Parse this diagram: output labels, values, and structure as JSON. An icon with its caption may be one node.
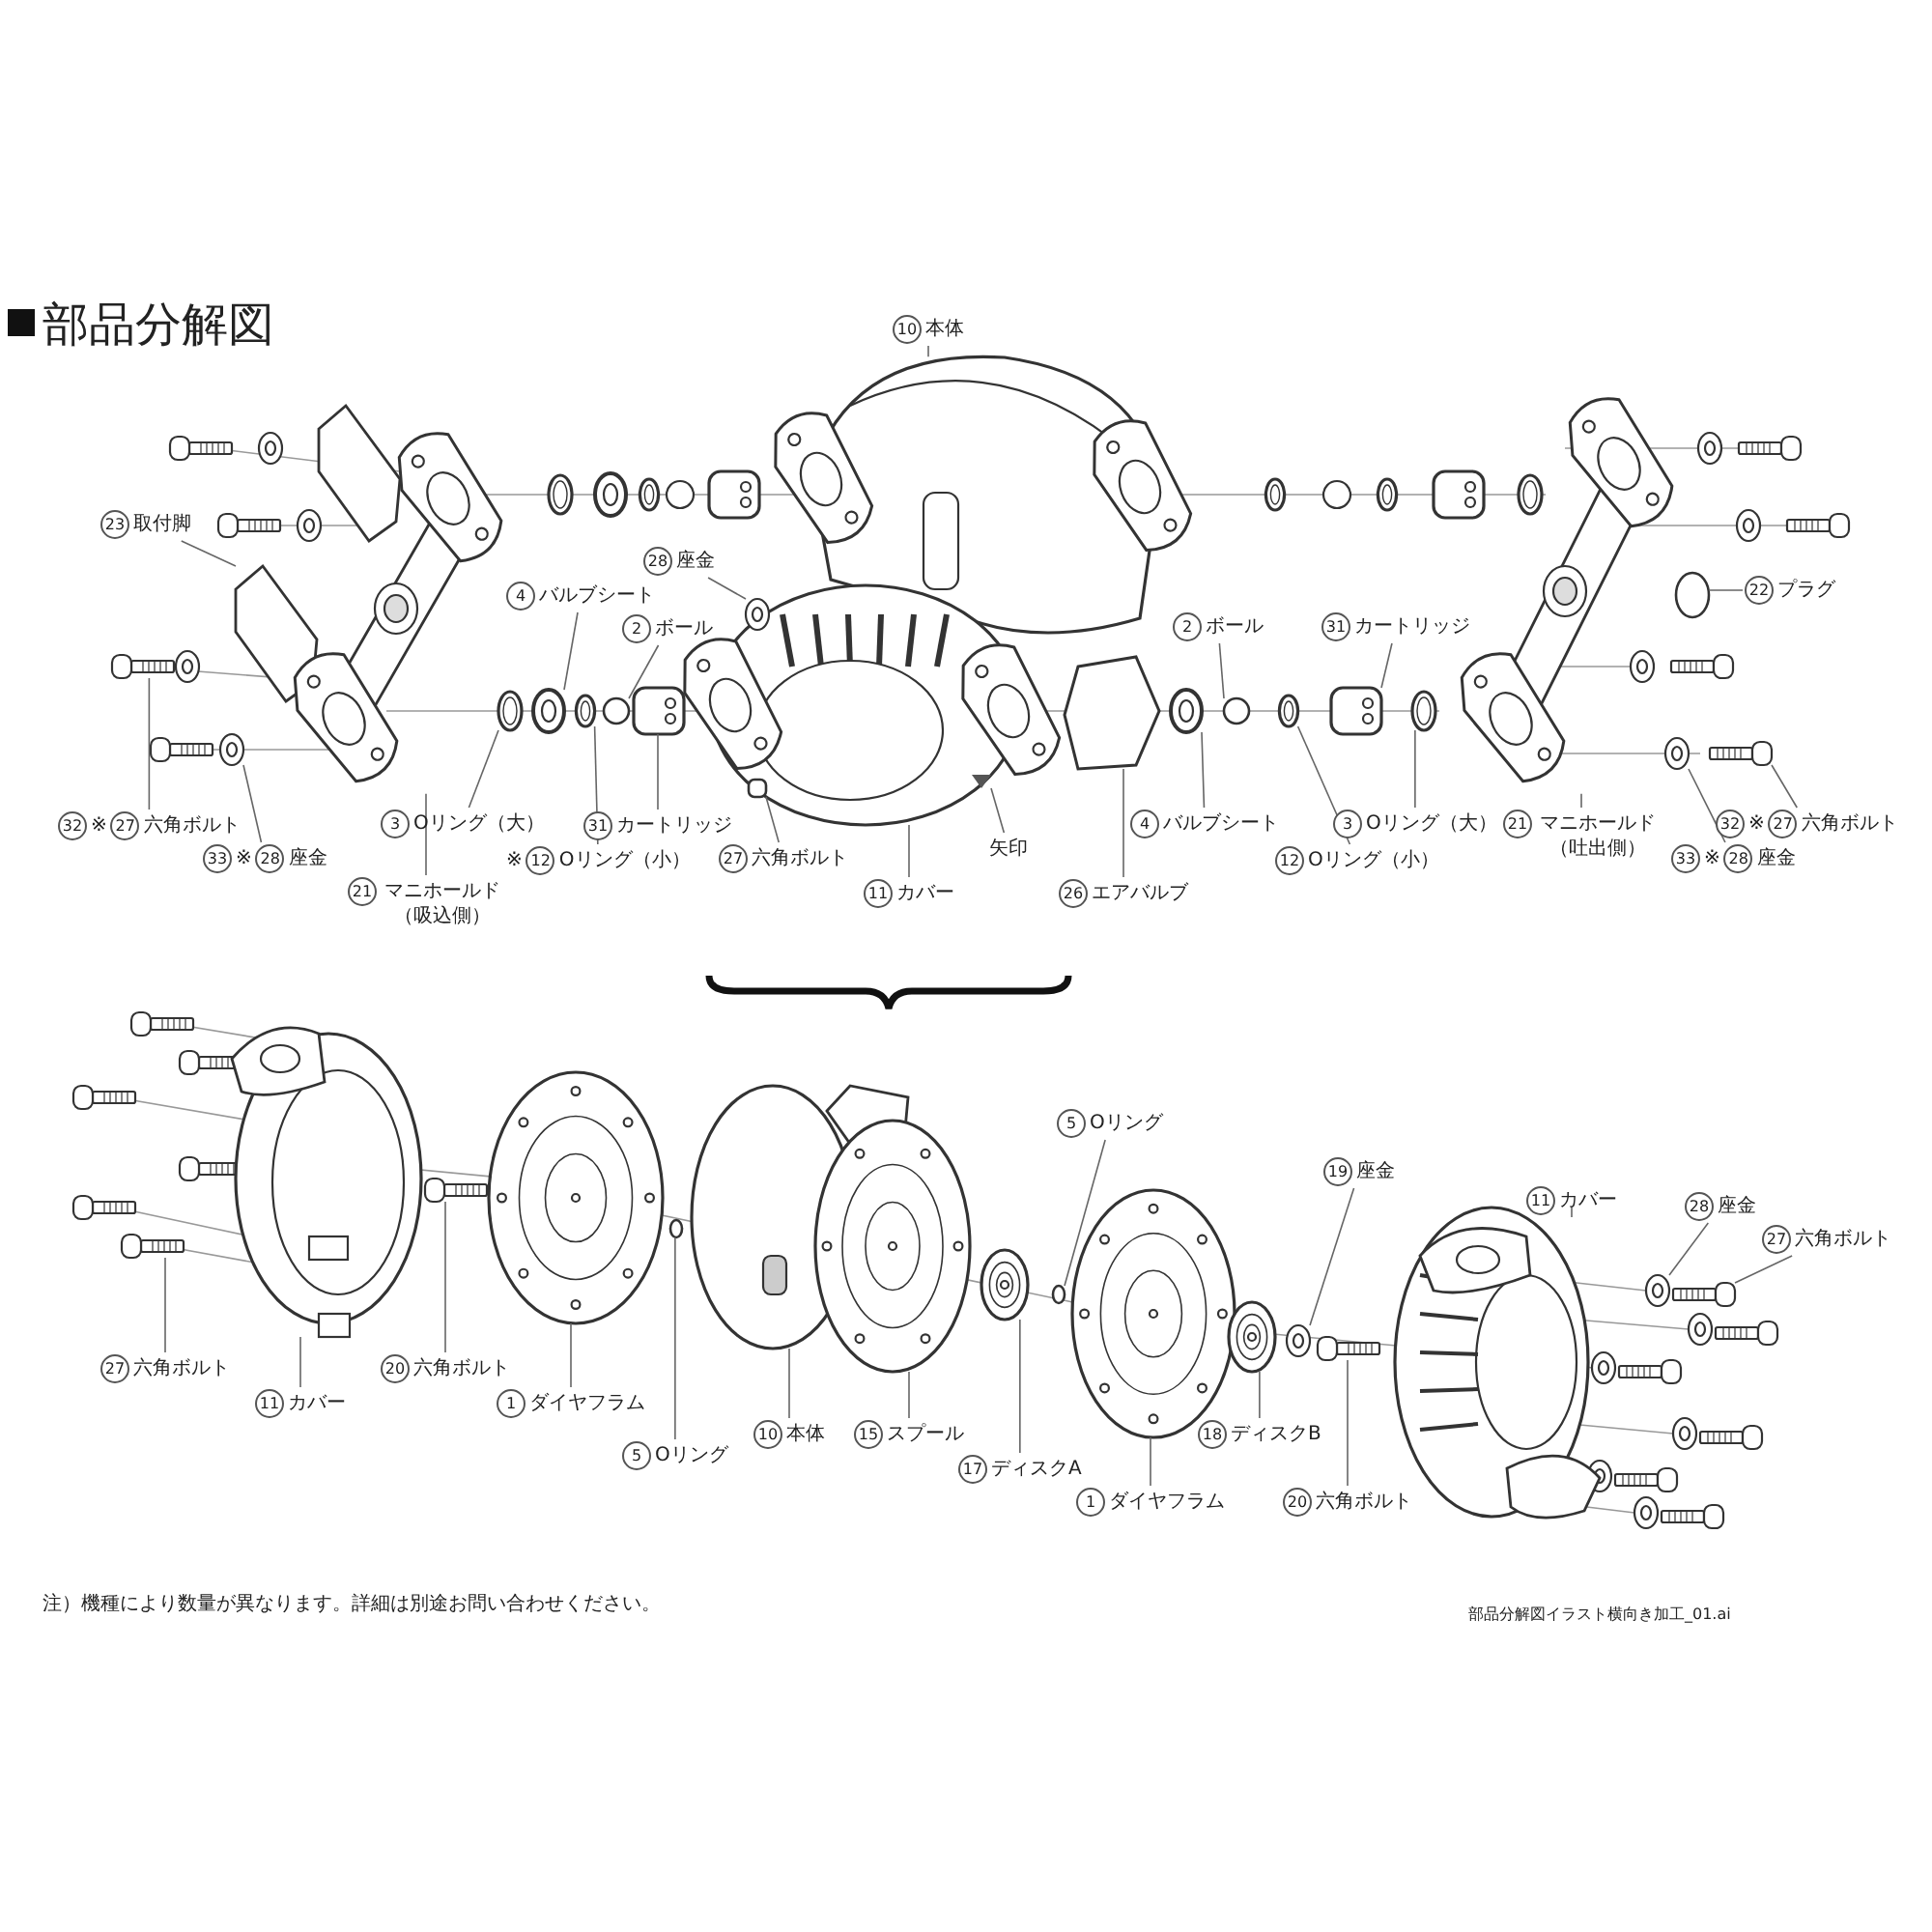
{
  "diagram": {
    "title": "部品分解図",
    "nodes": [
      {
        "text": [
          "10",
          "本体"
        ]
      },
      {
        "text": [
          "23",
          "取付脚"
        ]
      },
      {
        "text": [
          "28",
          "座金"
        ]
      },
      {
        "text": [
          "2",
          "ボール"
        ]
      },
      {
        "text": [
          "4",
          "バルブシート"
        ]
      },
      {
        "text": [
          "2",
          "ボール"
        ]
      },
      {
        "text": [
          "31",
          "カートリッジ"
        ]
      },
      {
        "text": [
          "22",
          "プラグ"
        ]
      },
      {
        "text": [
          "32",
          "※",
          "27",
          "六角ボルト"
        ]
      },
      {
        "text": [
          "33",
          "※",
          "28",
          "座金"
        ]
      },
      {
        "text": [
          "21",
          "マニホールド（吸込側）"
        ]
      },
      {
        "text": [
          "3",
          "Oリング（大）"
        ]
      },
      {
        "text": [
          "※",
          "12",
          "Oリング（小）"
        ]
      },
      {
        "text": [
          "31",
          "カートリッジ"
        ]
      },
      {
        "text": [
          "27",
          "六角ボルト"
        ]
      },
      {
        "text": [
          "11",
          "カバー"
        ]
      },
      {
        "text": [
          "矢印"
        ]
      },
      {
        "text": [
          "26",
          "エアバルブ"
        ]
      },
      {
        "text": [
          "4",
          "バルブシート"
        ]
      },
      {
        "text": [
          "3",
          "Oリング（大）"
        ]
      },
      {
        "text": [
          "12",
          "Oリング（小）"
        ]
      },
      {
        "text": [
          "21",
          "マニホールド（吐出側）"
        ]
      },
      {
        "text": [
          "32",
          "※",
          "27",
          "六角ボルト"
        ]
      },
      {
        "text": [
          "33",
          "※",
          "28",
          "座金"
        ]
      },
      {
        "text": [
          "27",
          "六角ボルト"
        ]
      },
      {
        "text": [
          "11",
          "カバー"
        ]
      },
      {
        "text": [
          "20",
          "六角ボルト"
        ]
      },
      {
        "text": [
          "1",
          "ダイヤフラム"
        ]
      },
      {
        "text": [
          "5",
          "Oリング"
        ]
      },
      {
        "text": [
          "10",
          "本体"
        ]
      },
      {
        "text": [
          "15",
          "スプール"
        ]
      },
      {
        "text": [
          "17",
          "ディスクA"
        ]
      },
      {
        "text": [
          "5",
          "Oリング"
        ]
      },
      {
        "text": [
          "1",
          "ダイヤフラム"
        ]
      },
      {
        "text": [
          "19",
          "座金"
        ]
      },
      {
        "text": [
          "18",
          "ディスクB"
        ]
      },
      {
        "text": [
          "20",
          "六角ボルト"
        ]
      },
      {
        "text": [
          "11",
          "カバー"
        ]
      },
      {
        "text": [
          "28",
          "座金"
        ]
      },
      {
        "text": [
          "27",
          "六角ボルト"
        ]
      },
      {
        "text": [],
        "shape": "picture"
      },
      {
        "text": [],
        "shape": "picture"
      },
      {
        "text": [],
        "shape": "picture",
        "in": 55
      },
      {
        "text": [],
        "shape": "circle"
      },
      {
        "text": [],
        "shape": "picture"
      },
      {
        "text": [],
        "shape": "circle"
      },
      {
        "text": [],
        "shape": "picture"
      },
      {
        "text": [],
        "shape": "circle"
      },
      {
        "text": [],
        "shape": "picture"
      },
      {
        "text": [],
        "shape": "picture"
      },
      {
        "text": [],
        "shape": "picture"
      },
      {
        "text": [],
        "shape": "picture"
      },
      {
        "text": [],
        "shape": "picture"
      },
      {
        "text": [],
        "shape": "picture"
      },
      {
        "text": [],
        "shape": "box",
        "in": 55
      },
      {
        "text": [],
        "shape": "picture"
      },
      {
        "text": [],
        "shape": "picture",
        "in": 55
      },
      {
        "text": [],
        "shape": "picture"
      },
      {
        "text": [],
        "shape": "picture"
      },
      {
        "text": [],
        "shape": "picture"
      },
      {
        "text": [],
        "shape": "picture"
      },
      {
        "text": [],
        "shape": "picture"
      },
      {
        "text": [],
        "shape": "picture"
      },
      {
        "text": [],
        "shape": "picture"
      },
      {
        "text": [],
        "shape": "picture"
      },
      {
        "text": [],
        "shape": "picture"
      },
      {
        "text": [],
        "shape": "picture"
      },
      {
        "text": [],
        "shape": "picture"
      },
      {
        "text": [],
        "shape": "circle"
      },
      {
        "text": [],
        "shape": "picture"
      },
      {
        "text": [],
        "shape": "picture"
      },
      {
        "text": [],
        "shape": "picture"
      },
      {
        "text": [],
        "shape": "circle"
      },
      {
        "text": [],
        "shape": "picture"
      },
      {
        "text": [],
        "shape": "picture"
      },
      {
        "text": [],
        "shape": "picture"
      },
      {
        "text": [],
        "shape": "picture"
      },
      {
        "text": [],
        "shape": "picture"
      },
      {
        "text": [],
        "shape": "picture"
      },
      {
        "text": [],
        "shape": "picture"
      }
    ],
    "edges": [
      {
        "from": 0,
        "to": 40,
        "arrow": "none"
      },
      {
        "from": 1,
        "to": 41,
        "arrow": "none"
      },
      {
        "from": 2,
        "to": 42,
        "arrow": "none"
      },
      {
        "from": 3,
        "to": 43,
        "arrow": "none"
      },
      {
        "from": 4,
        "to": 44,
        "arrow": "none"
      },
      {
        "from": 5,
        "to": 45,
        "arrow": "none"
      },
      {
        "from": 6,
        "to": 46,
        "arrow": "none"
      },
      {
        "from": 7,
        "to": 47,
        "arrow": "none"
      },
      {
        "from": 8,
        "to": 48,
        "arrow": "none"
      },
      {
        "from": 9,
        "to": 49,
        "arrow": "none"
      },
      {
        "from": 10,
        "to": 50,
        "arrow": "none"
      },
      {
        "from": 11,
        "to": 51,
        "arrow": "none"
      },
      {
        "from": 12,
        "to": 52,
        "arrow": "none"
      },
      {
        "from": 13,
        "to": 53,
        "arrow": "none"
      },
      {
        "from": 14,
        "to": 54,
        "arrow": "none"
      },
      {
        "from": 15,
        "to": 55,
        "arrow": "none"
      },
      {
        "from": 16,
        "to": 56,
        "arrow": "none"
      },
      {
        "from": 17,
        "to": 57,
        "arrow": "none"
      },
      {
        "from": 18,
        "to": 58,
        "arrow": "none"
      },
      {
        "from": 19,
        "to": 59,
        "arrow": "none"
      },
      {
        "from": 20,
        "to": 60,
        "arrow": "none"
      },
      {
        "from": 21,
        "to": 61,
        "arrow": "none"
      },
      {
        "from": 22,
        "to": 62,
        "arrow": "none"
      },
      {
        "from": 23,
        "to": 63,
        "arrow": "none"
      },
      {
        "from": 24,
        "to": 64,
        "arrow": "none"
      },
      {
        "from": 25,
        "to": 65,
        "arrow": "none"
      },
      {
        "from": 26,
        "to": 66,
        "arrow": "none"
      },
      {
        "from": 27,
        "to": 67,
        "arrow": "none"
      },
      {
        "from": 28,
        "to": 68,
        "arrow": "none"
      },
      {
        "from": 29,
        "to": 69,
        "arrow": "none"
      },
      {
        "from": 30,
        "to": 70,
        "arrow": "none"
      },
      {
        "from": 31,
        "to": 71,
        "arrow": "none"
      },
      {
        "from": 32,
        "to": 72,
        "arrow": "none"
      },
      {
        "from": 33,
        "to": 73,
        "arrow": "none"
      },
      {
        "from": 34,
        "to": 74,
        "arrow": "none"
      },
      {
        "from": 35,
        "to": 75,
        "arrow": "none"
      },
      {
        "from": 36,
        "to": 76,
        "arrow": "none"
      },
      {
        "from": 37,
        "to": 77,
        "arrow": "none"
      },
      {
        "from": 38,
        "to": 78,
        "arrow": "none"
      },
      {
        "from": 39,
        "to": 79,
        "arrow": "none"
      }
    ],
    "labels": [
      "注）機種により数量が異なります。詳細は別途お問い合わせください。",
      "部品分解図イラスト横向き加工_01.ai"
    ]
  }
}
